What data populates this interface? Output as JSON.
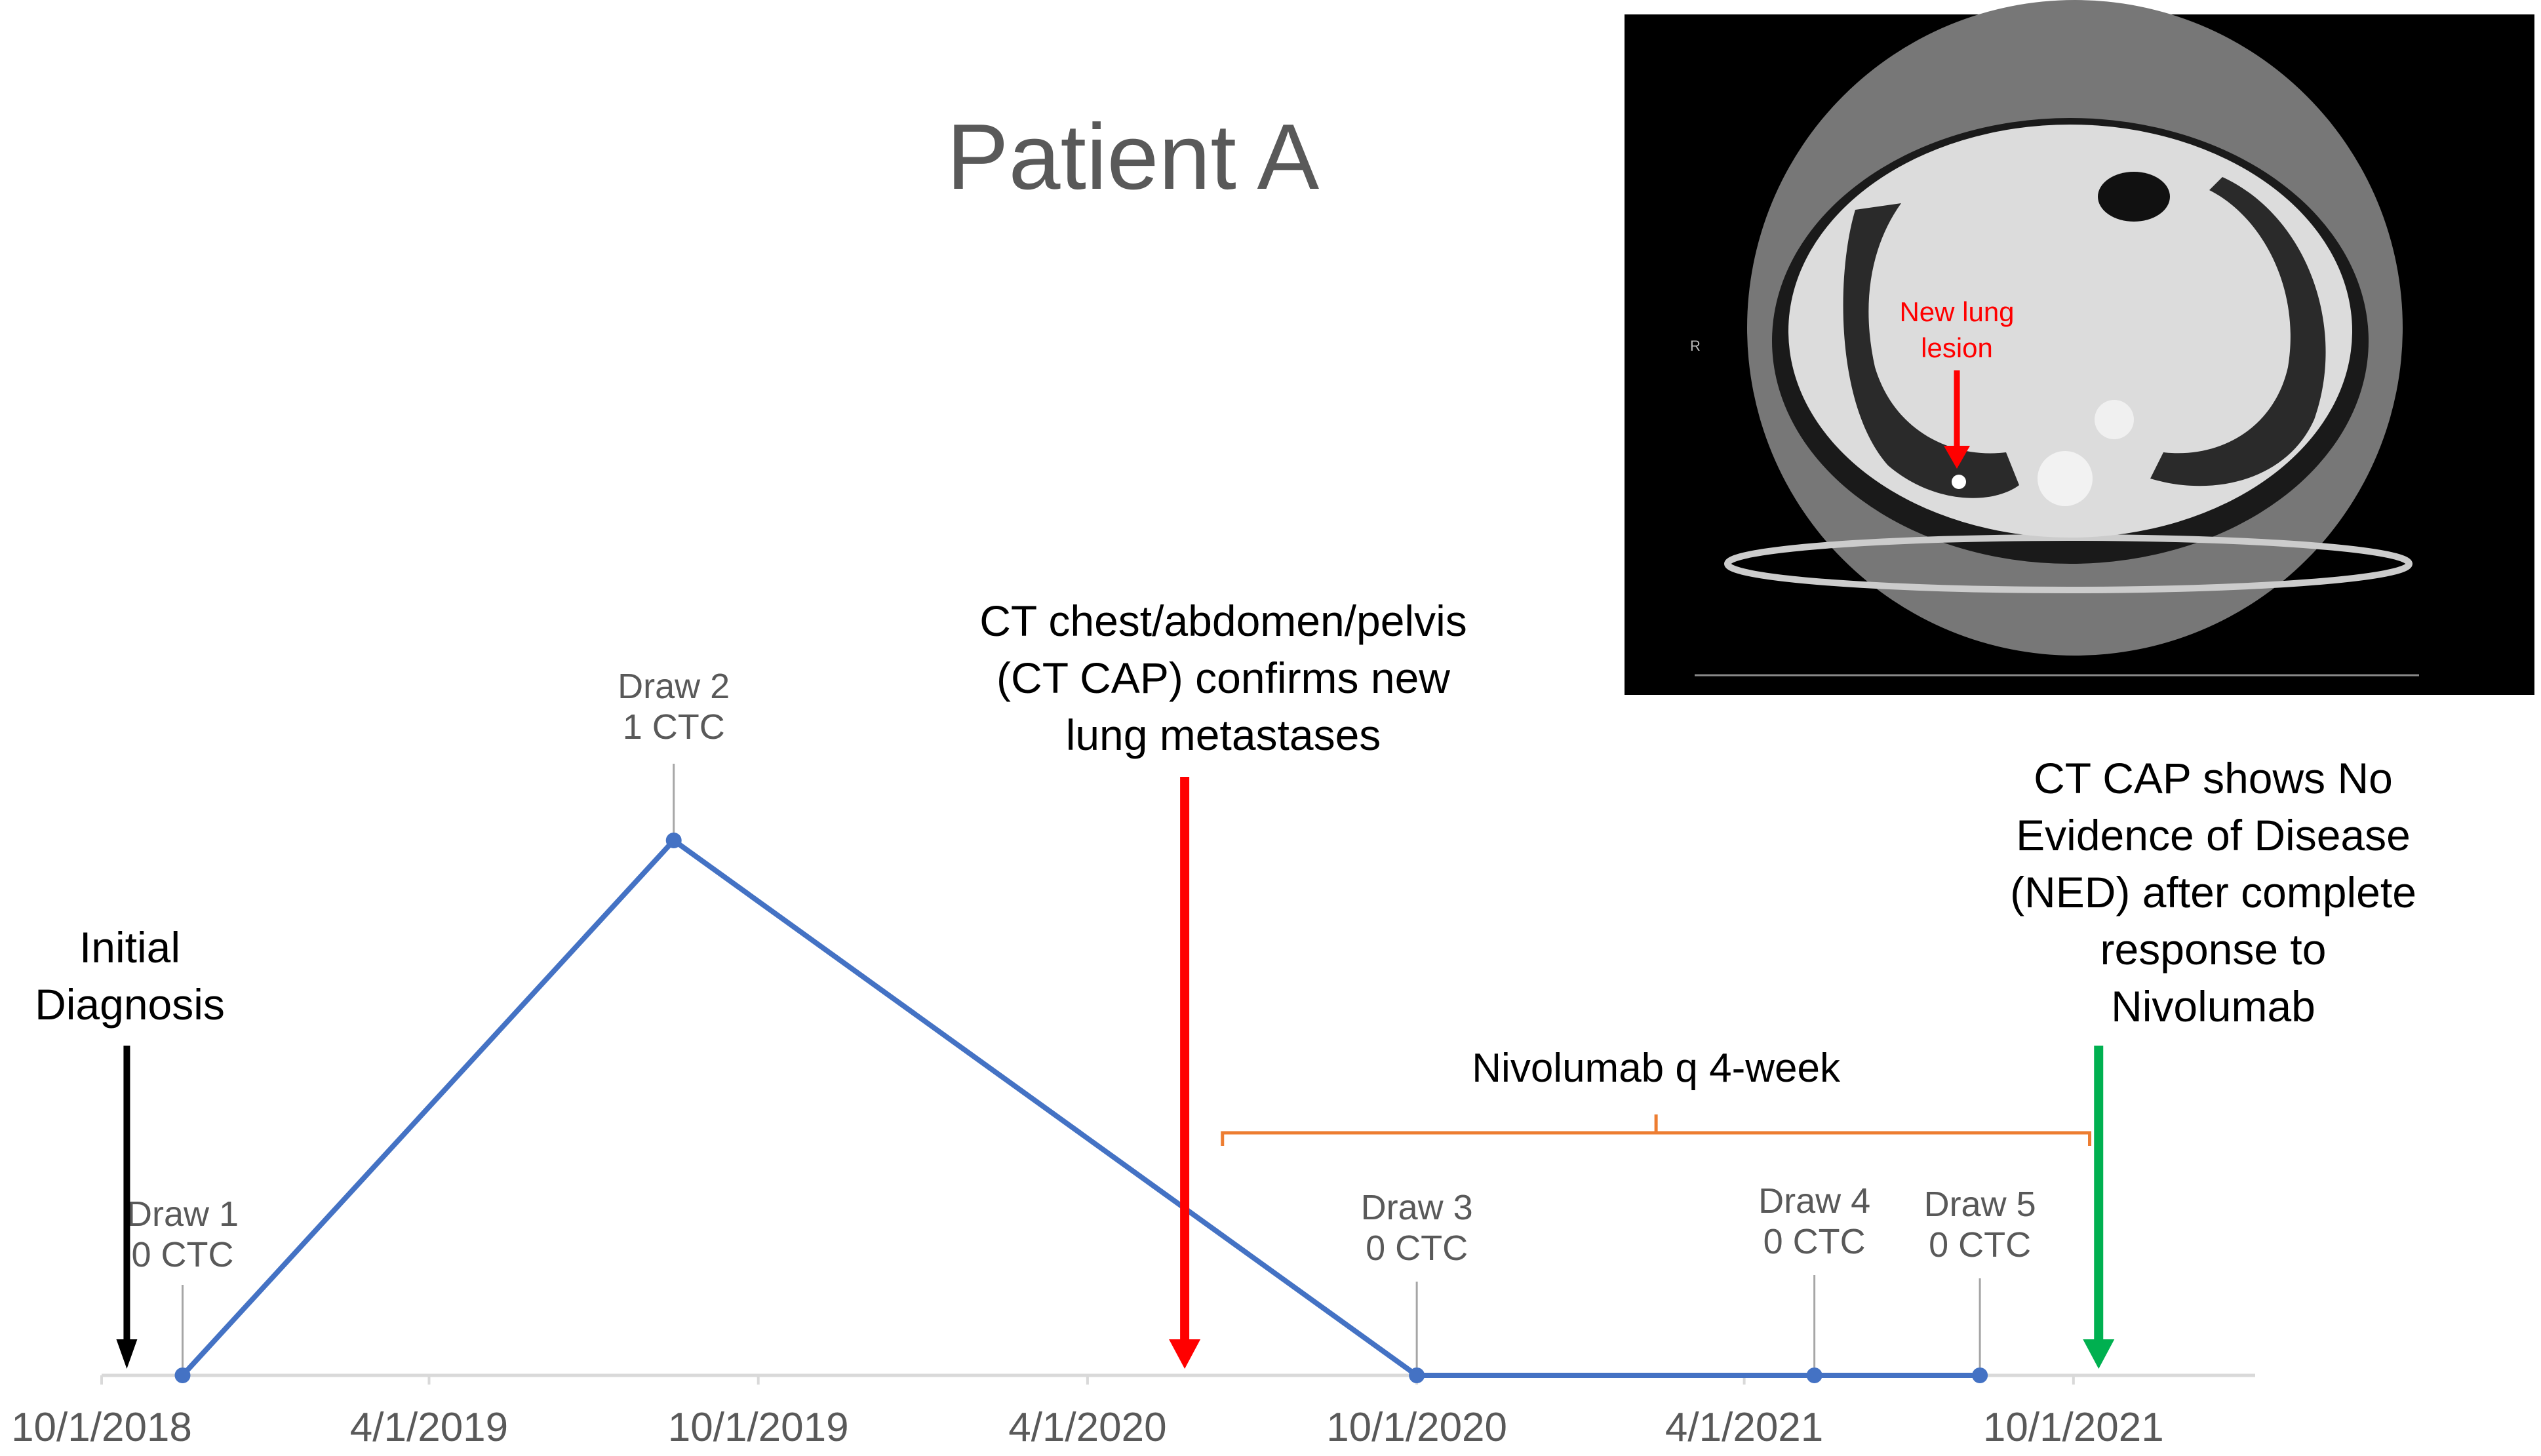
{
  "chart_data": {
    "type": "line",
    "title": "Patient A",
    "x_tick_labels": [
      "10/1/2018",
      "4/1/2019",
      "10/1/2019",
      "4/1/2020",
      "10/1/2020",
      "4/1/2021",
      "10/1/2021"
    ],
    "x_range": [
      "2018-10-01",
      "2022-01-10"
    ],
    "grid": false,
    "series": [
      {
        "points": [
          {
            "date": "2018-11-15",
            "ctc": 0
          },
          {
            "date": "2019-08-15",
            "ctc": 1
          },
          {
            "date": "2020-10-01",
            "ctc": 0
          },
          {
            "date": "2021-05-10",
            "ctc": 0
          },
          {
            "date": "2021-08-10",
            "ctc": 0
          }
        ]
      }
    ],
    "draw_labels": [
      {
        "name": "Draw 1",
        "value": "0 CTC"
      },
      {
        "name": "Draw 2",
        "value": "1 CTC"
      },
      {
        "name": "Draw 3",
        "value": "0 CTC"
      },
      {
        "name": "Draw 4",
        "value": "0 CTC"
      },
      {
        "name": "Draw 5",
        "value": "0 CTC"
      }
    ],
    "events": [
      {
        "date": "2018-10-15",
        "color": "#000000",
        "lines": [
          "Initial",
          "Diagnosis"
        ]
      },
      {
        "date": "2020-05-25",
        "color": "#ff0000",
        "lines": [
          "CT chest/abdomen/pelvis",
          "(CT CAP) confirms new",
          "lung metastases"
        ]
      },
      {
        "date": "2021-10-15",
        "color": "#00b050",
        "lines": [
          "CT CAP shows No",
          "Evidence of Disease",
          "(NED) after complete",
          "response to",
          "Nivolumab"
        ]
      }
    ],
    "treatment": {
      "label": "Nivolumab q 4-week",
      "start": "2020-06-15",
      "end": "2021-10-10",
      "color": "#ed7d31"
    },
    "colors": {
      "line": "#4472c4",
      "axis": "#d9d9d9",
      "tick_text": "#595959",
      "title": "#595959",
      "leader": "#a6a6a6"
    }
  },
  "ct_inset": {
    "annotation": [
      "New lung",
      "lesion"
    ],
    "orientation_label": "R",
    "annotation_color": "#ff0000"
  }
}
